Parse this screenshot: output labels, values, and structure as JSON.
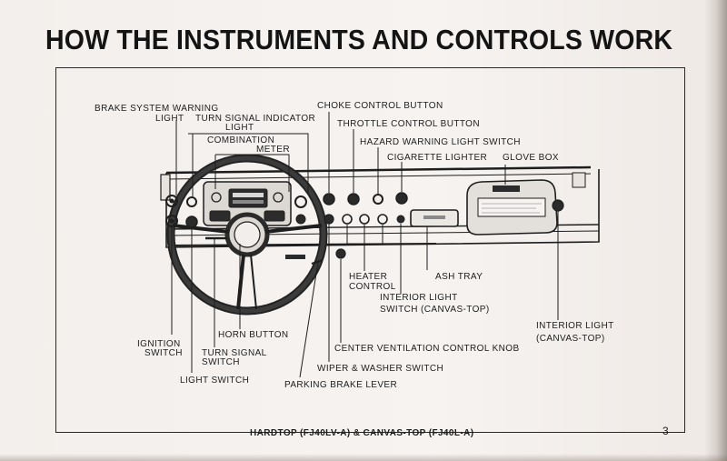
{
  "title": "HOW THE INSTRUMENTS AND CONTROLS WORK",
  "labels": {
    "brake_warning_1": "BRAKE SYSTEM WARNING",
    "brake_warning_2": "LIGHT",
    "turn_indicator_1": "TURN SIGNAL INDICATOR",
    "turn_indicator_2": "LIGHT",
    "combination_1": "COMBINATION",
    "combination_2": "METER",
    "choke": "CHOKE CONTROL BUTTON",
    "throttle": "THROTTLE CONTROL BUTTON",
    "hazard": "HAZARD WARNING LIGHT SWITCH",
    "cigarette": "CIGARETTE LIGHTER",
    "glove_box": "GLOVE BOX",
    "heater_1": "HEATER",
    "heater_2": "CONTROL",
    "ash_tray": "ASH TRAY",
    "interior_switch_1": "INTERIOR LIGHT",
    "interior_switch_2": "SWITCH (CANVAS-TOP)",
    "interior_light_1": "INTERIOR LIGHT",
    "interior_light_2": "(CANVAS-TOP)",
    "ignition_1": "IGNITION",
    "ignition_2": "SWITCH",
    "horn": "HORN BUTTON",
    "turn_switch_1": "TURN SIGNAL",
    "turn_switch_2": "SWITCH",
    "light_switch": "LIGHT SWITCH",
    "center_vent": "CENTER VENTILATION CONTROL KNOB",
    "wiper": "WIPER & WASHER SWITCH",
    "parking_brake": "PARKING BRAKE LEVER"
  },
  "caption": "HARDTOP (FJ40LV-A) & CANVAS-TOP (FJ40L-A)",
  "page_number": "3"
}
